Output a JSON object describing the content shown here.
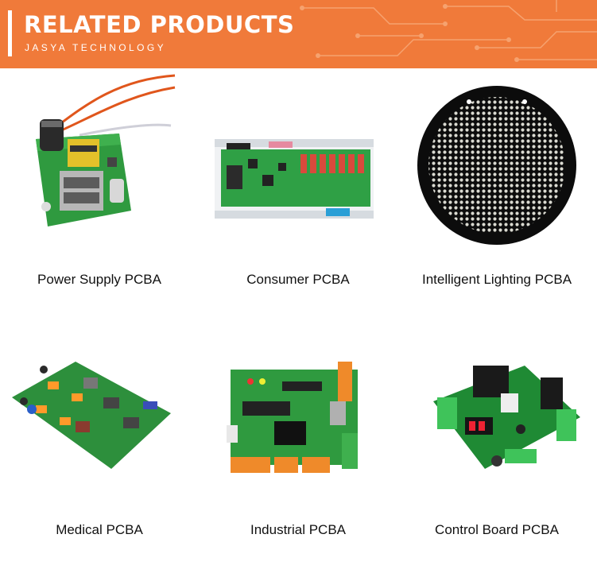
{
  "banner": {
    "title": "RELATED PRODUCTS",
    "subtitle": "JASYA TECHNOLOGY",
    "color": "#f07a3a"
  },
  "products": [
    {
      "name": "Power Supply PCBA"
    },
    {
      "name": "Consumer PCBA"
    },
    {
      "name": "Intelligent Lighting PCBA"
    },
    {
      "name": "Medical PCBA"
    },
    {
      "name": "Industrial PCBA"
    },
    {
      "name": "Control Board PCBA"
    }
  ]
}
